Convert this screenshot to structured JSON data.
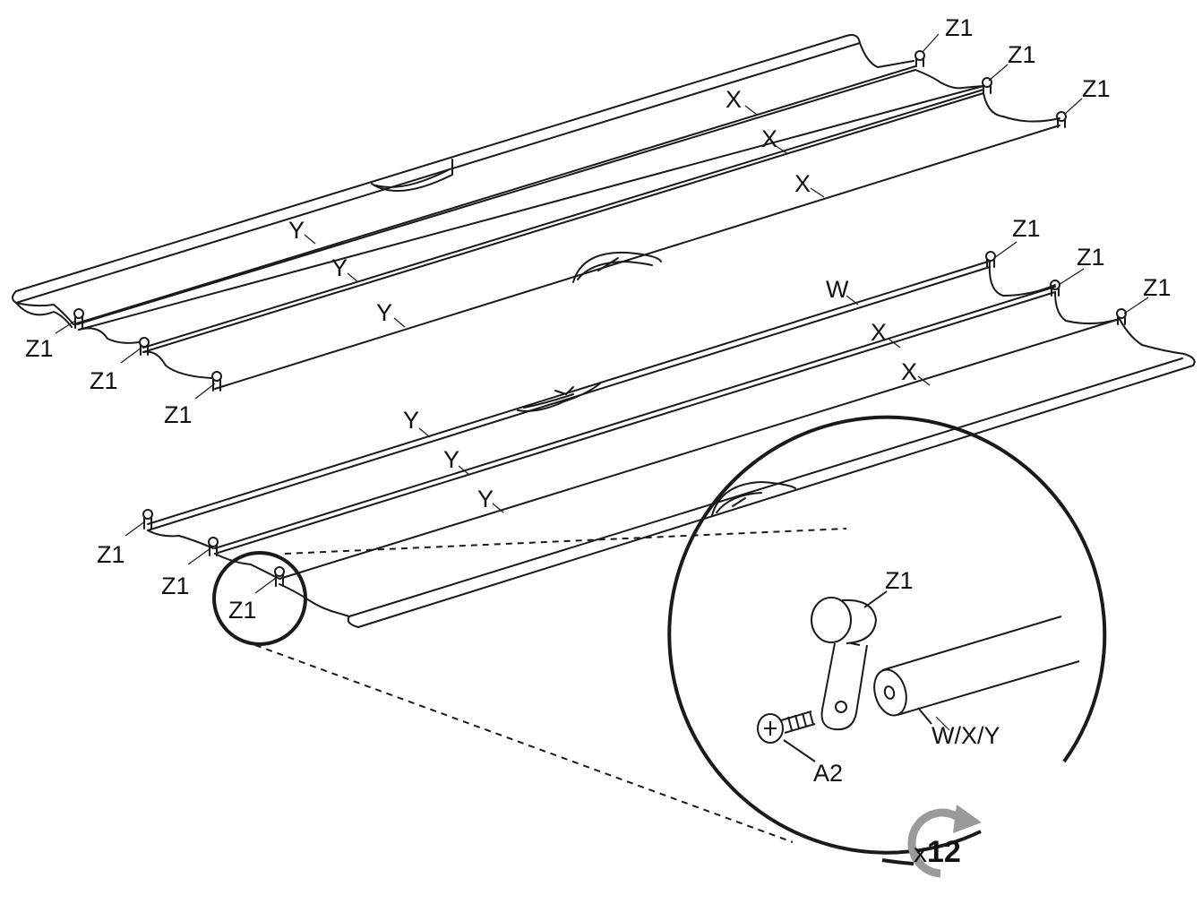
{
  "labels": {
    "w": "W",
    "x": "X",
    "y": "Y",
    "z1": "Z1",
    "a2": "A2",
    "wxy": "W/X/Y"
  },
  "repeat": {
    "prefix": "x",
    "count": "12"
  },
  "colors": {
    "line": "#1a1a1a",
    "arrow": "#9a9a9a"
  }
}
